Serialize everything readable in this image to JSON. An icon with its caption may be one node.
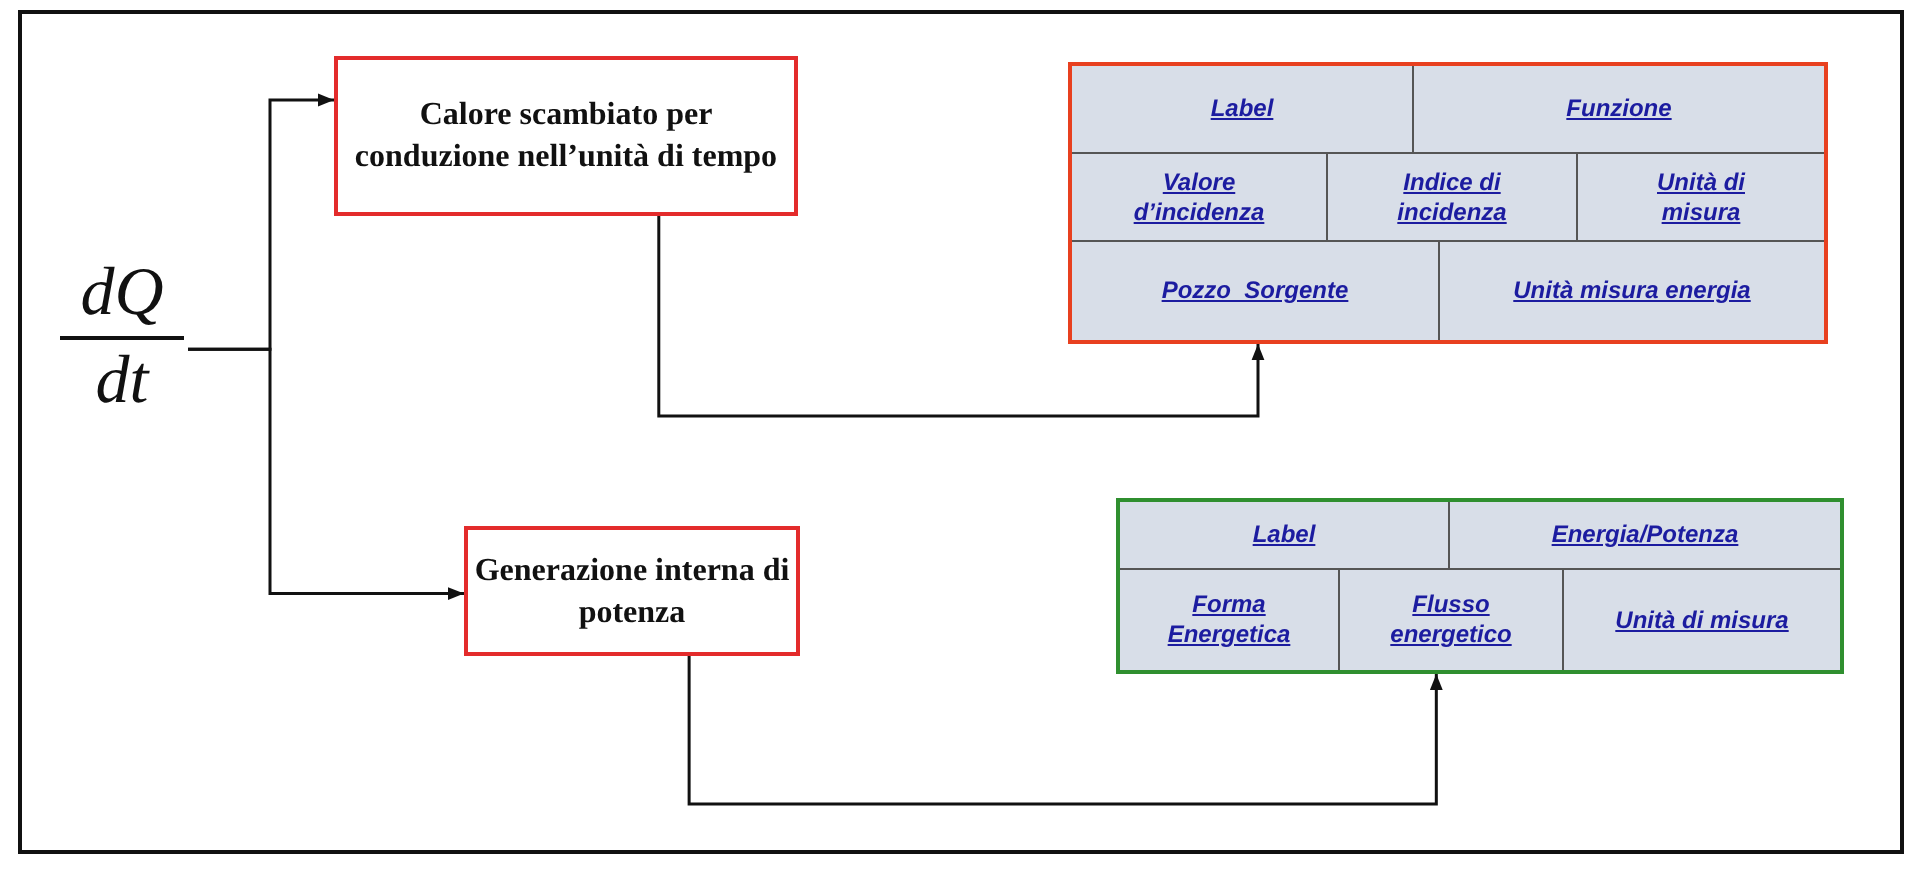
{
  "diagram": {
    "nodes": [
      {
        "text": [
          "dQ",
          "dt"
        ]
      },
      {
        "text": [
          "Calore scambiato per conduzione nell’unità di tempo"
        ]
      },
      {
        "text": [
          "Generazione interna di potenza"
        ]
      },
      {
        "text": [
          "Label",
          "Funzione",
          "Valore d’incidenza",
          "Indice di incidenza",
          "Unità di misura",
          "Pozzo_Sorgente",
          "Unità misura energia"
        ]
      },
      {
        "text": [
          "Label",
          "Energia/Potenza",
          "Forma Energetica",
          "Flusso energetico",
          "Unità di misura"
        ]
      }
    ],
    "edges": [
      {
        "from": 0,
        "to": 1,
        "arrow": "to"
      },
      {
        "from": 0,
        "to": 2,
        "arrow": "to"
      },
      {
        "from": 1,
        "to": 3,
        "arrow": "to"
      },
      {
        "from": 2,
        "to": 4,
        "arrow": "to"
      }
    ]
  }
}
